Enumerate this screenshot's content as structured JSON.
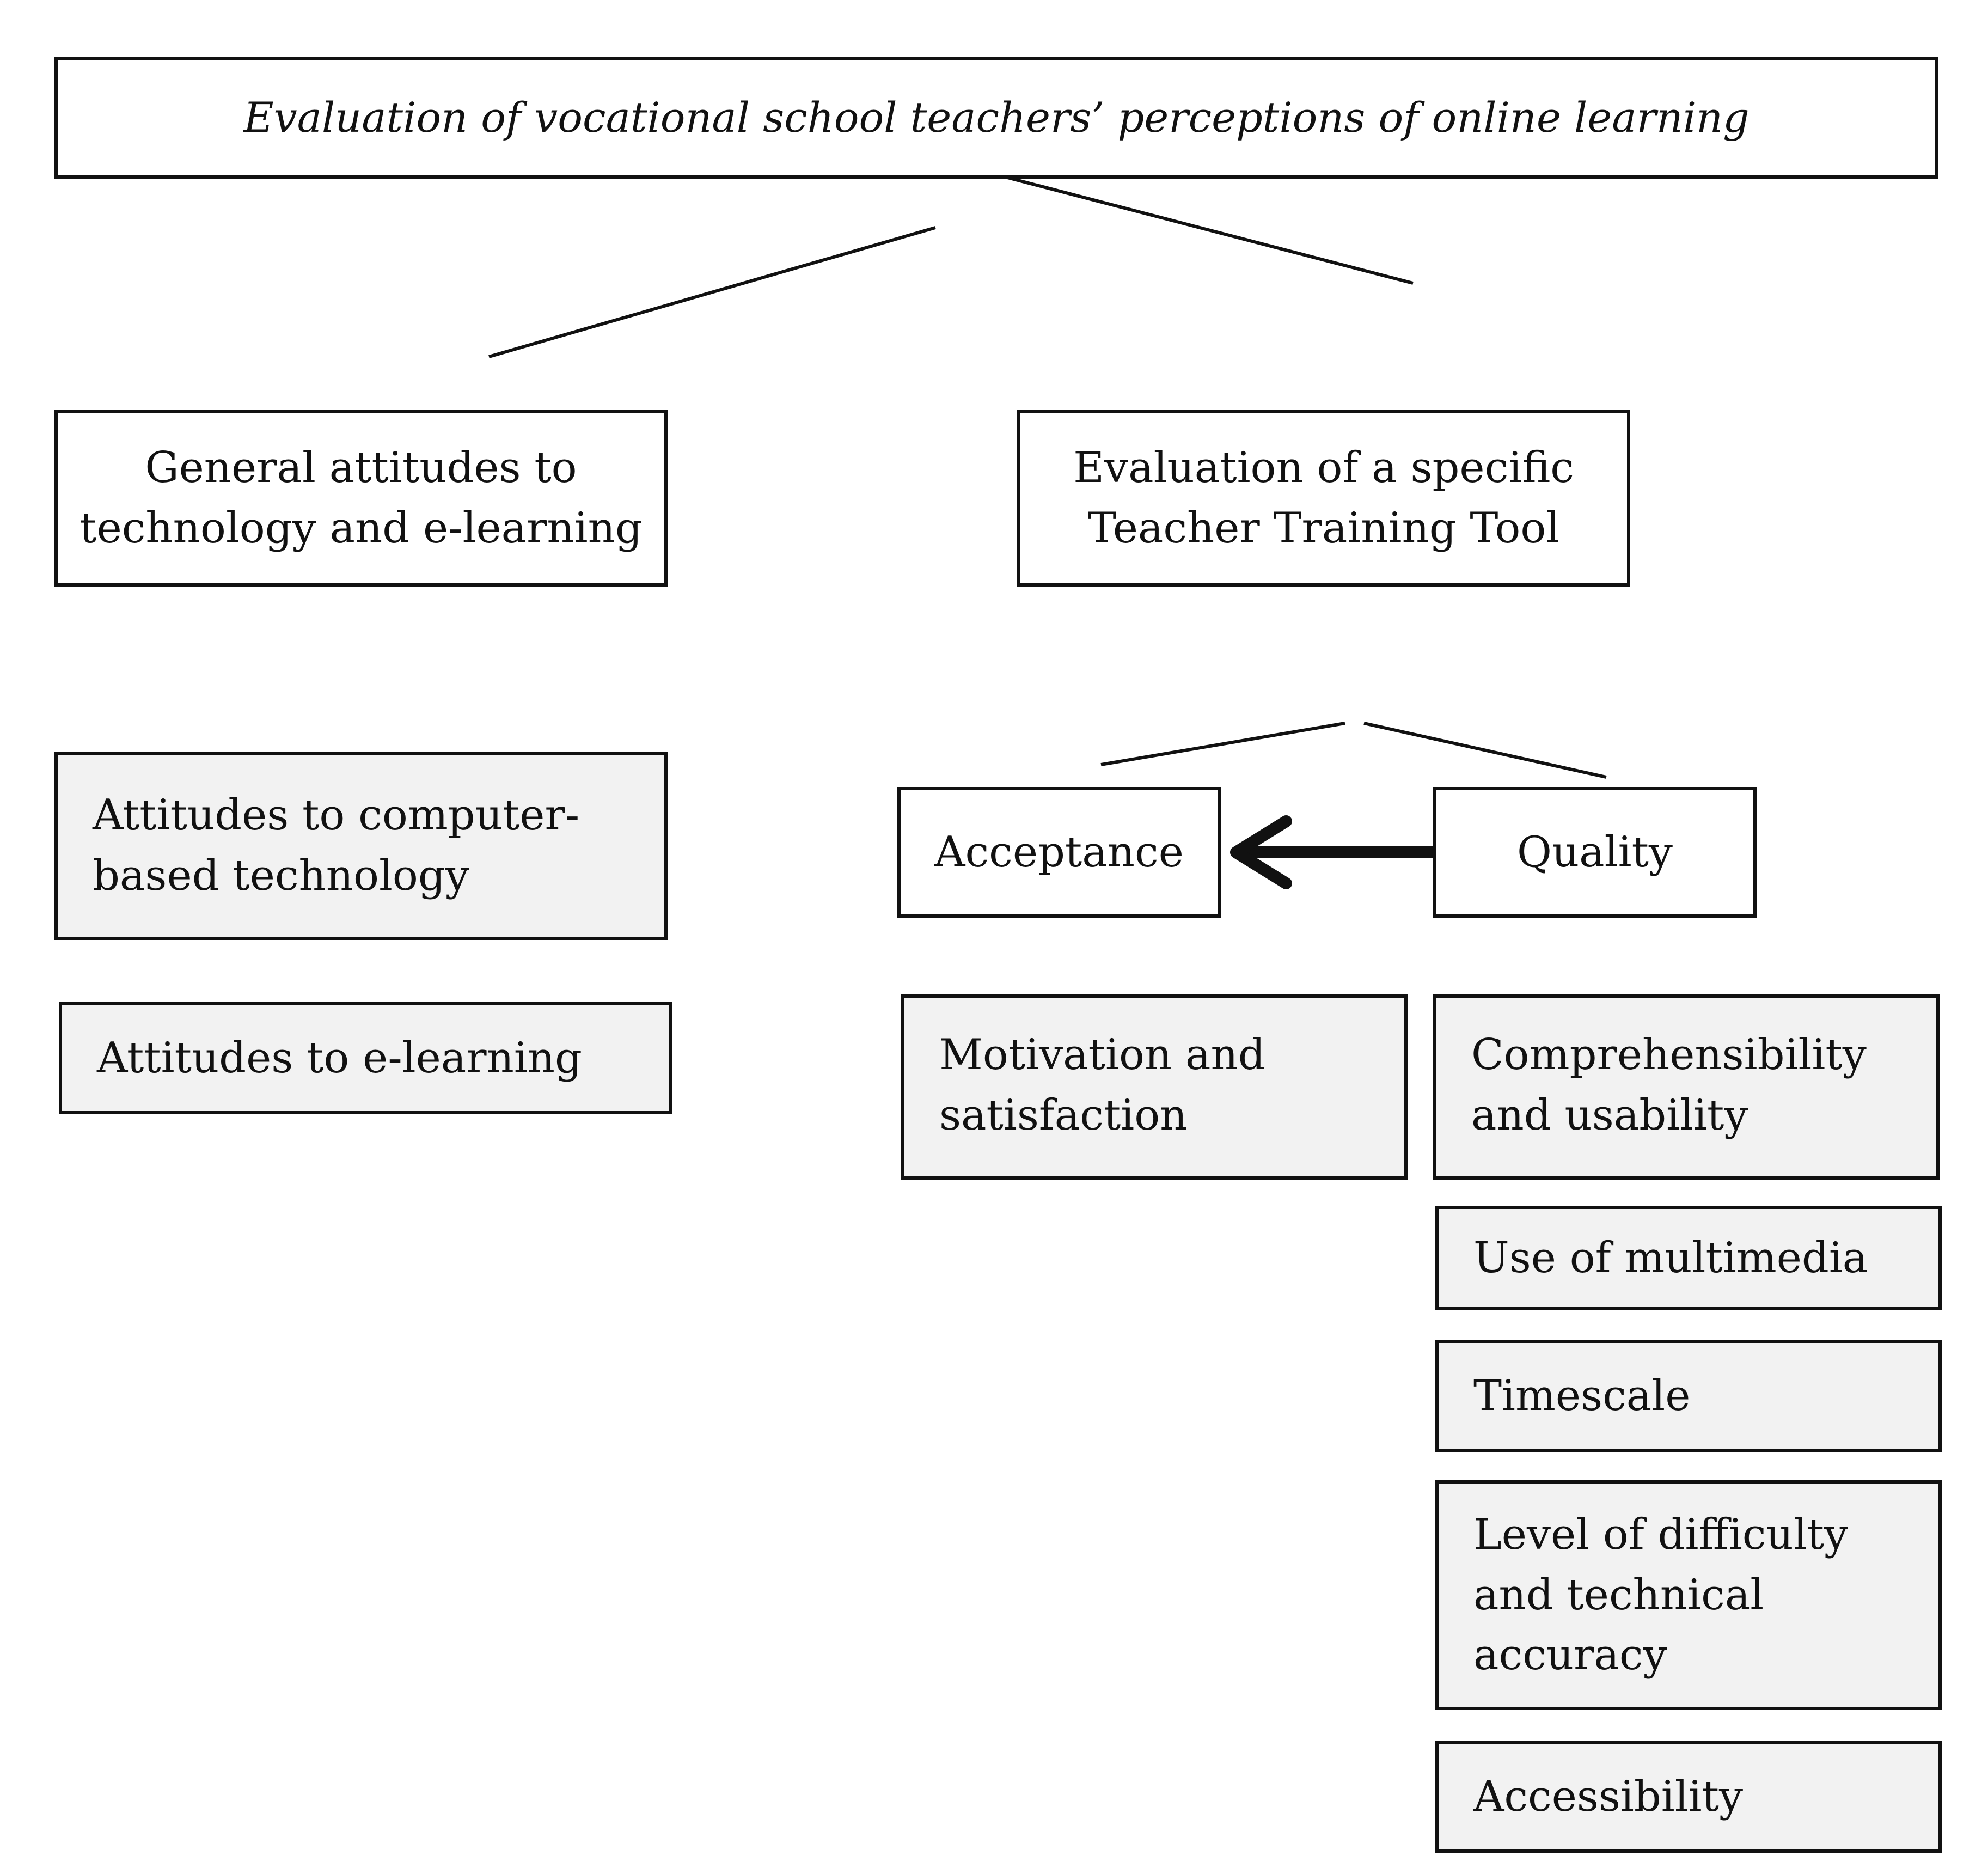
{
  "title": "Evaluation of vocational school teachers’ perceptions of online learning",
  "branches": {
    "general": "General attitudes to\ntechnology and e-learning",
    "specific": "Evaluation of a specific\nTeacher Training Tool"
  },
  "general_items": {
    "computer": "Attitudes to computer-\nbased technology",
    "elearning": "Attitudes to e-learning"
  },
  "specific_branches": {
    "acceptance": "Acceptance",
    "quality": "Quality"
  },
  "acceptance_items": {
    "motivation": "Motivation and\nsatisfaction"
  },
  "quality_items": {
    "comprehensibility": "Comprehensibility\nand usability",
    "multimedia": "Use of multimedia",
    "timescale": "Timescale",
    "difficulty": "Level of difficulty\nand technical\naccuracy",
    "accessibility": "Accessibility"
  },
  "colors": {
    "line": "#111111",
    "shaded_fill": "#f2f2f2",
    "plain_fill": "#ffffff"
  }
}
